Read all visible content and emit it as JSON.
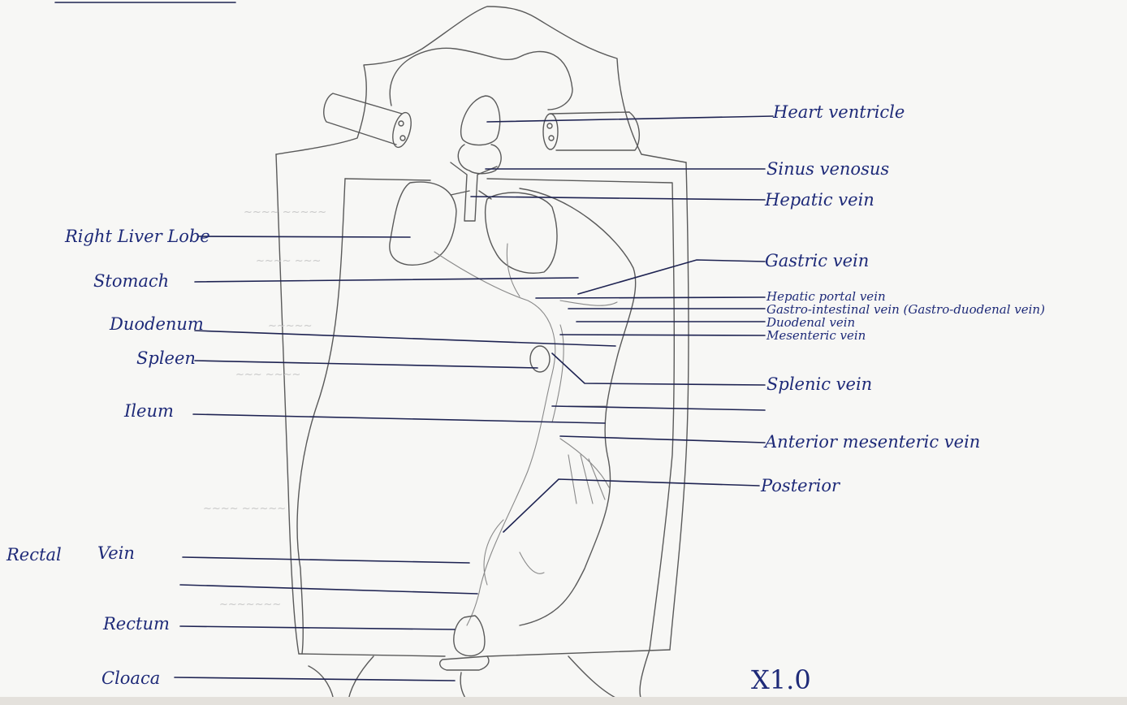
{
  "labels": {
    "right": {
      "heart_ventricle": "Heart ventricle",
      "sinus_venosus": "Sinus venosus",
      "hepatic_vein": "Hepatic vein",
      "gastric_vein": "Gastric vein",
      "hepatic_portal_vein": "Hepatic portal vein",
      "gastro_intestinal_vein": "Gastro-intestinal vein (Gastro-duodenal vein)",
      "duodenal_vein": "Duodenal vein",
      "mesenteric_vein": "Mesenteric vein",
      "splenic_vein": "Splenic vein",
      "anterior_mesenteric_vein": "Anterior mesenteric vein",
      "posterior": "Posterior"
    },
    "left": {
      "right_liver_lobe": "Right Liver Lobe",
      "stomach": "Stomach",
      "duodenum": "Duodenum",
      "spleen": "Spleen",
      "ileum": "Ileum",
      "rectal": "Rectal",
      "vein": "Vein",
      "rectum": "Rectum",
      "cloaca": "Cloaca"
    }
  },
  "magnification": "X1.0",
  "colors": {
    "ink": "#1e2a78",
    "pencil": "#5a5a5a",
    "paper": "#f7f7f5"
  }
}
